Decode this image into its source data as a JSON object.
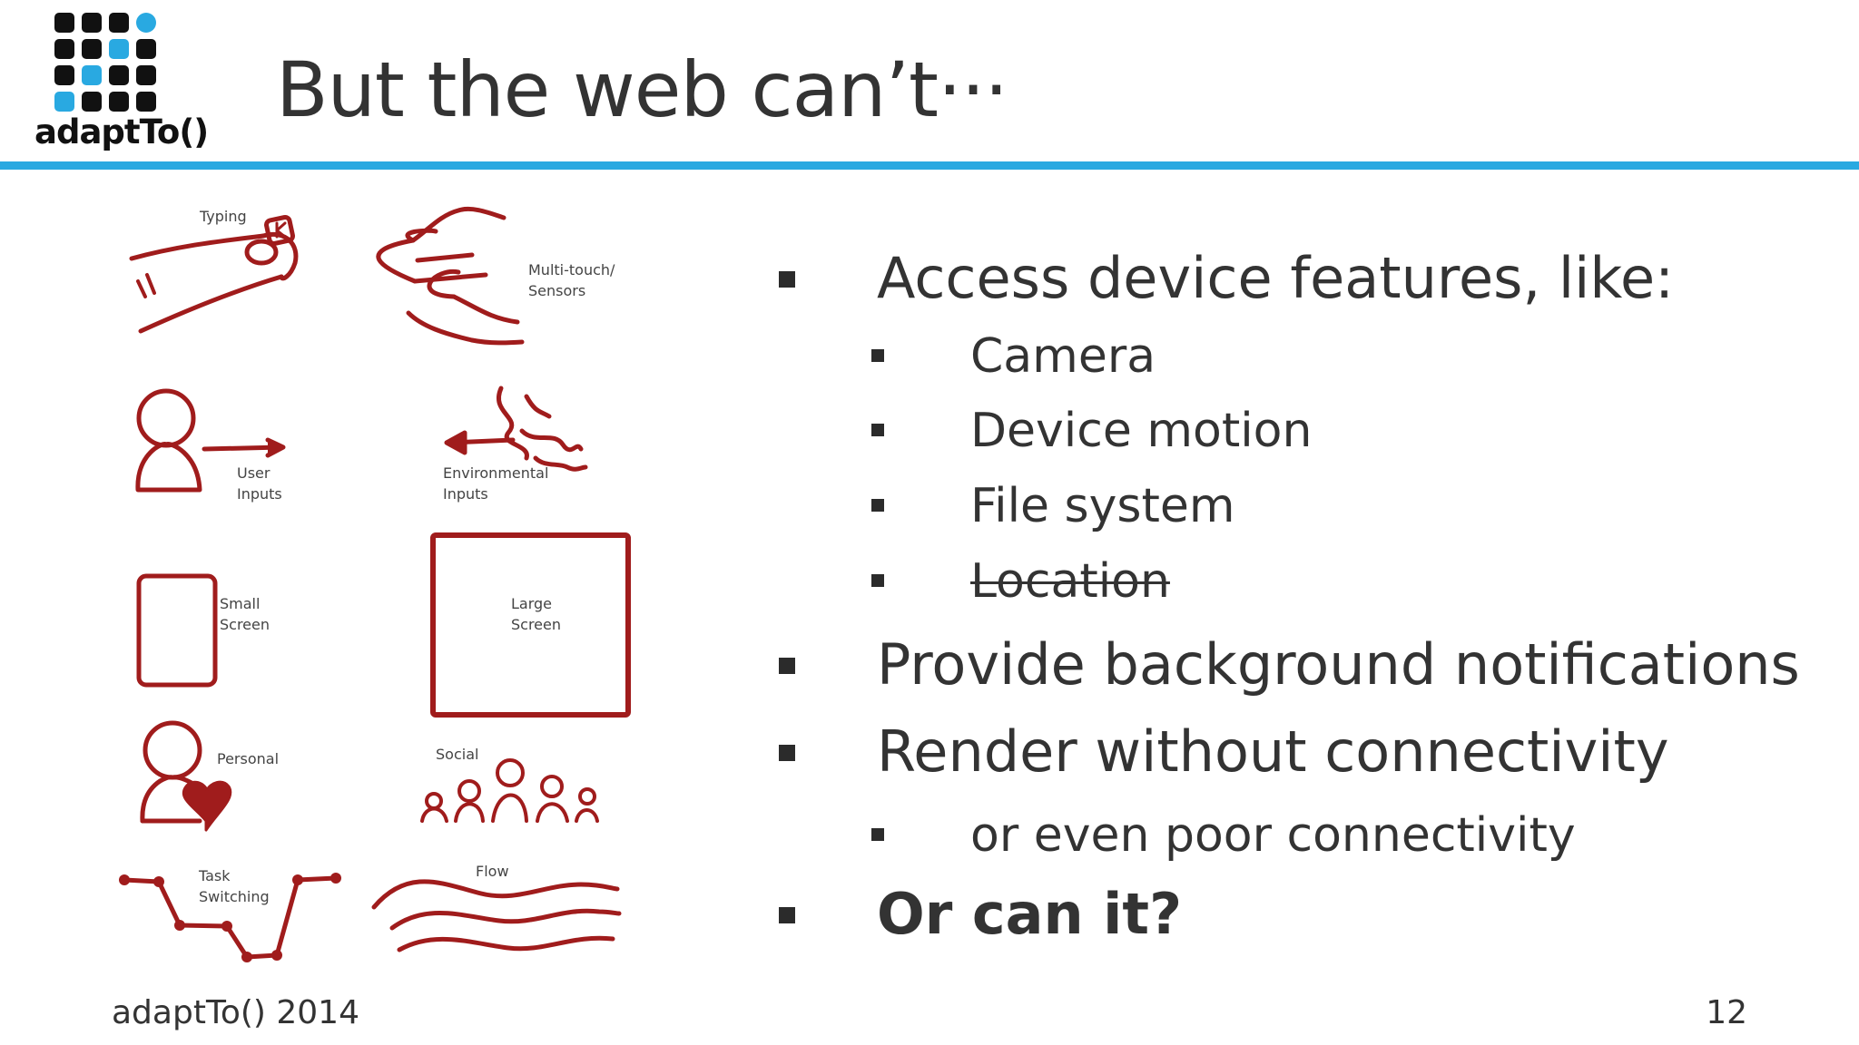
{
  "logo": {
    "text": "adaptTo()",
    "accent_color": "#29a9e1"
  },
  "slide": {
    "title": "But the web can’t···"
  },
  "sketches": {
    "stroke_color": "#a01c1c",
    "labels": {
      "typing": "Typing",
      "multitouch_line1": "Multi-touch/",
      "multitouch_line2": "Sensors",
      "user_inputs_line1": "User",
      "user_inputs_line2": "Inputs",
      "env_inputs_line1": "Environmental",
      "env_inputs_line2": "Inputs",
      "small_screen_line1": "Small",
      "small_screen_line2": "Screen",
      "large_screen_line1": "Large",
      "large_screen_line2": "Screen",
      "personal": "Personal",
      "social": "Social",
      "task_switching_line1": "Task",
      "task_switching_line2": "Switching",
      "flow": "Flow"
    }
  },
  "bullets": {
    "access_features": "Access device features, like:",
    "camera": "Camera",
    "device_motion": "Device motion",
    "file_system": "File system",
    "location": "Location",
    "background_notifications": "Provide background notifications",
    "render_offline": "Render without connectivity",
    "poor_connectivity": "or even poor connectivity",
    "or_can_it": "Or can it?"
  },
  "footer": {
    "left": "adaptTo() 2014",
    "page_number": "12"
  }
}
